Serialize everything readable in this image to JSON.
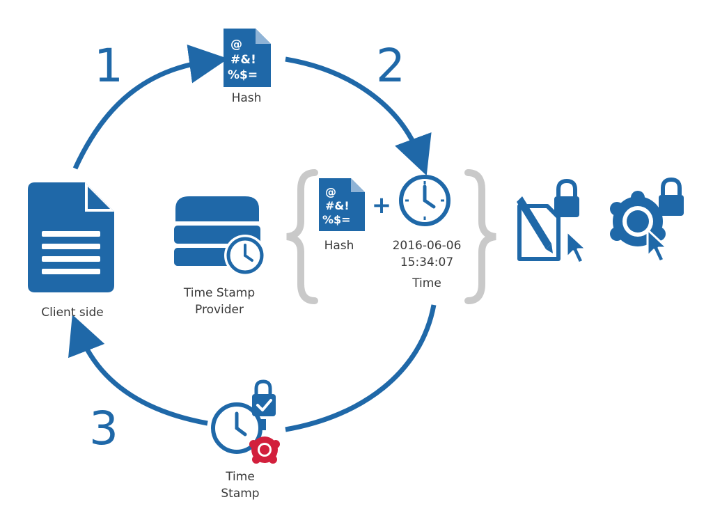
{
  "colors": {
    "primary": "#1f68a8",
    "bracket": "#c9c9c9",
    "seal": "#d21f3c",
    "text": "#3a3a3a"
  },
  "steps": [
    "1",
    "2",
    "3"
  ],
  "hash_glyphs": [
    "@",
    "#&!",
    "%$="
  ],
  "labels": {
    "hash_top": "Hash",
    "client_side": "Client side",
    "provider_line1": "Time Stamp",
    "provider_line2": "Provider",
    "hash_inner": "Hash",
    "plus": "+",
    "date": "2016-06-06",
    "time_value": "15:34:07",
    "time": "Time",
    "stamp_line1": "Time",
    "stamp_line2": "Stamp"
  }
}
